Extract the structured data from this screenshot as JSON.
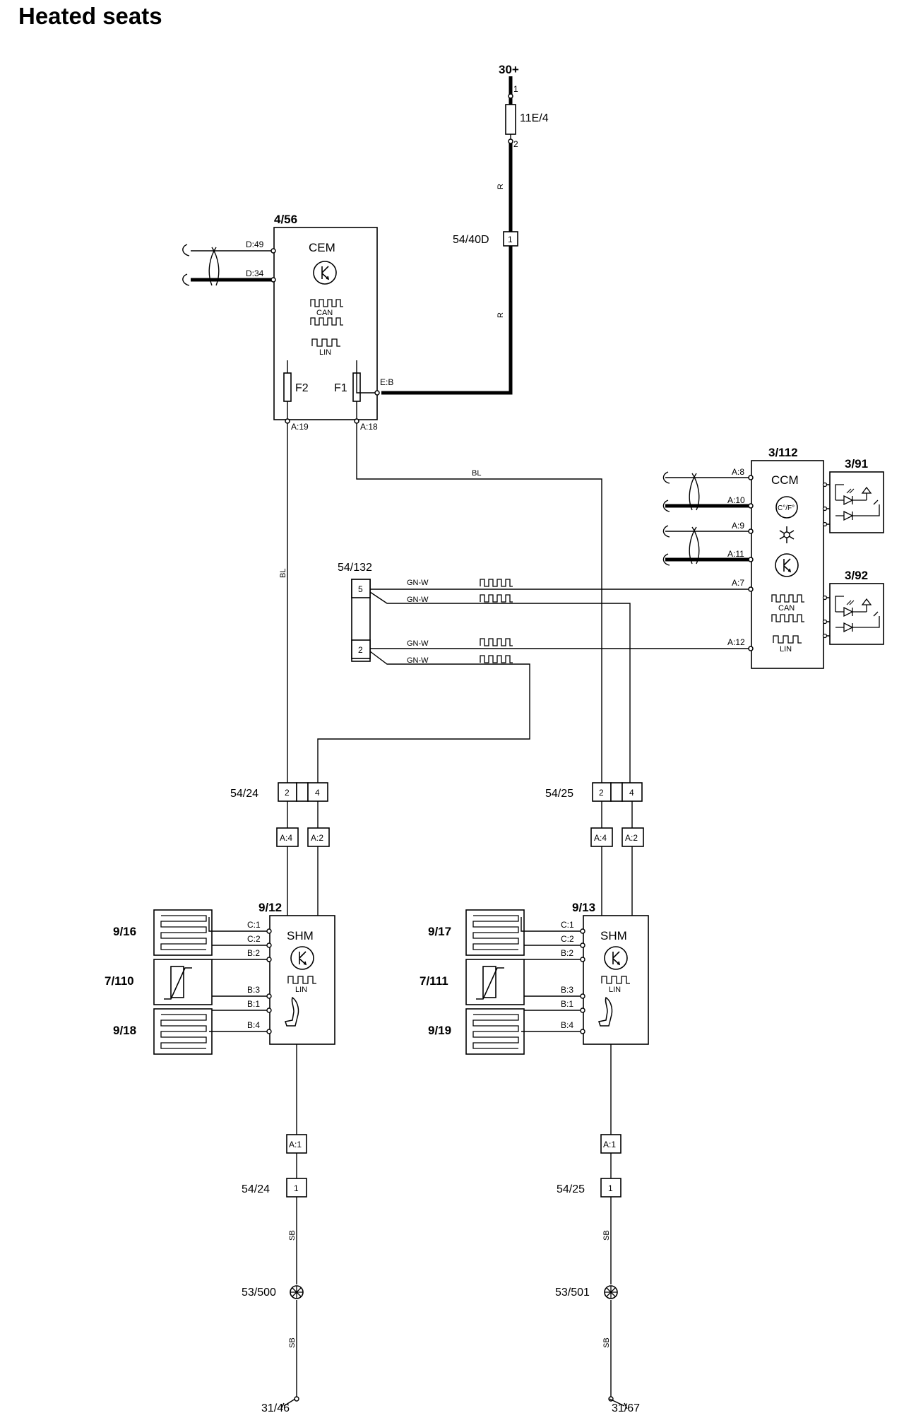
{
  "title": "Heated seats",
  "labels": {
    "supply_30": "30+",
    "fuse_11e4": "11E/4",
    "pin_1": "1",
    "pin_2": "2",
    "wire_r": "R",
    "conn_54_40d": "54/40D",
    "cem_ref": "4/56",
    "cem_name": "CEM",
    "d49": "D:49",
    "d34": "D:34",
    "can": "CAN",
    "lin": "LIN",
    "f2": "F2",
    "f1": "F1",
    "eb": "E:B",
    "a19": "A:19",
    "a18": "A:18",
    "wire_bl": "BL",
    "ccm_ref": "3/112",
    "ccm_name": "CCM",
    "ccm_cf": "C°/F°",
    "a8": "A:8",
    "a10": "A:10",
    "a9": "A:9",
    "a11": "A:11",
    "a7": "A:7",
    "a12": "A:12",
    "sw_391": "3/91",
    "sw_392": "3/92",
    "conn_54_132": "54/132",
    "pin_5": "5",
    "wire_gnw": "GN-W",
    "conn_54_24": "54/24",
    "conn_54_25": "54/25",
    "pin_4": "4",
    "a4": "A:4",
    "a2": "A:2",
    "a1": "A:1",
    "shm_l_ref": "9/12",
    "shm_r_ref": "9/13",
    "shm_name": "SHM",
    "c1": "C:1",
    "c2": "C:2",
    "b2": "B:2",
    "b3": "B:3",
    "b1": "B:1",
    "b4": "B:4",
    "heater_916": "9/16",
    "sensor_7110": "7/110",
    "heater_918": "9/18",
    "heater_917": "9/17",
    "sensor_7111": "7/111",
    "heater_919": "9/19",
    "wire_sb": "SB",
    "splice_53_500": "53/500",
    "splice_53_501": "53/501",
    "ground_31_46": "31/46",
    "ground_31_67": "31/67"
  }
}
